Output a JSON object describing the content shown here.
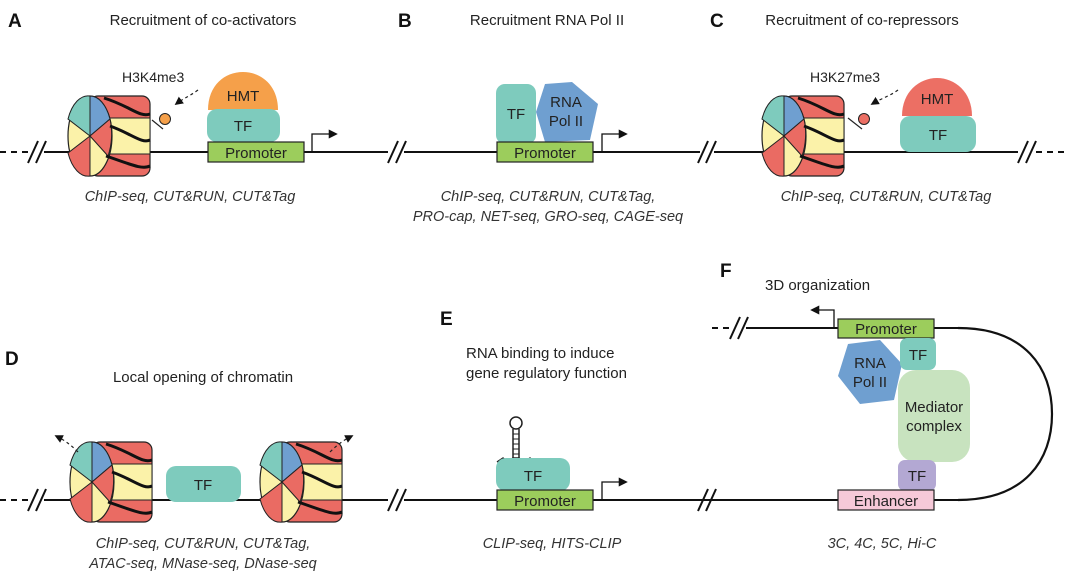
{
  "panels": {
    "A": {
      "letter": "A",
      "title": "Recruitment of co-activators",
      "mark": "H3K4me3",
      "hmt": "HMT",
      "tf": "TF",
      "promoter": "Promoter",
      "methods": "ChIP-seq, CUT&RUN, CUT&Tag"
    },
    "B": {
      "letter": "B",
      "title": "Recruitment RNA Pol II",
      "tf": "TF",
      "pol_line1": "RNA",
      "pol_line2": "Pol II",
      "promoter": "Promoter",
      "methods_line1": "ChIP-seq, CUT&RUN, CUT&Tag,",
      "methods_line2": "PRO-cap, NET-seq, GRO-seq, CAGE-seq"
    },
    "C": {
      "letter": "C",
      "title": "Recruitment of co-repressors",
      "mark": "H3K27me3",
      "hmt": "HMT",
      "tf": "TF",
      "methods": "ChIP-seq, CUT&RUN, CUT&Tag"
    },
    "D": {
      "letter": "D",
      "title": "Local opening of chromatin",
      "tf": "TF",
      "methods_line1": "ChIP-seq, CUT&RUN, CUT&Tag,",
      "methods_line2": "ATAC-seq, MNase-seq, DNase-seq"
    },
    "E": {
      "letter": "E",
      "title_line1": "RNA binding to induce",
      "title_line2": "gene regulatory function",
      "tf": "TF",
      "promoter": "Promoter",
      "methods": "CLIP-seq, HITS-CLIP"
    },
    "F": {
      "letter": "F",
      "title": "3D organization",
      "promoter": "Promoter",
      "pol_line1": "RNA",
      "pol_line2": "Pol II",
      "tf_top": "TF",
      "mediator_line1": "Mediator",
      "mediator_line2": "complex",
      "tf_bottom": "TF",
      "enhancer": "Enhancer",
      "methods": "3C, 4C, 5C, Hi-C"
    }
  },
  "colors": {
    "tf": "#7ecbbd",
    "hmt_activator": "#f5a04a",
    "hmt_repressor": "#ec6f64",
    "rna_pol": "#6f9fd0",
    "promoter": "#9ccd5c",
    "mediator": "#c8e3bf",
    "tf_purple": "#b3a8d3",
    "enhancer": "#f6c9d8",
    "histone_yellow": "#fbf2a9",
    "histone_red": "#ea6b63",
    "histone_blue": "#6f9fd0",
    "histone_teal": "#7ecbbd"
  }
}
